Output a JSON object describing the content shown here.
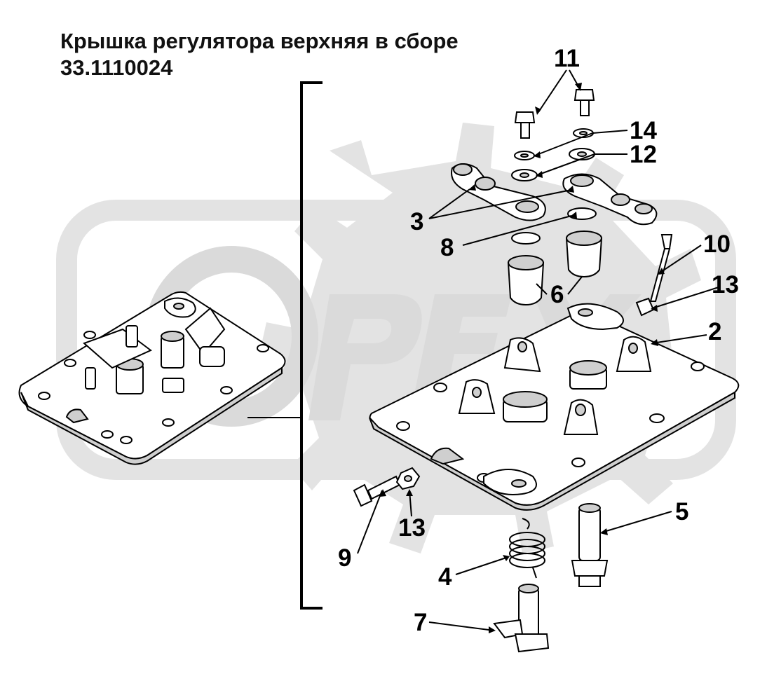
{
  "title": {
    "line1": "Крышка регулятора верхняя в сборе",
    "line2": "33.1110024"
  },
  "watermark": {
    "text": "OPEX"
  },
  "callouts": [
    {
      "id": "c11",
      "text": "11"
    },
    {
      "id": "c14",
      "text": "14"
    },
    {
      "id": "c12",
      "text": "12"
    },
    {
      "id": "c3",
      "text": "3"
    },
    {
      "id": "c8",
      "text": "8"
    },
    {
      "id": "c10",
      "text": "10"
    },
    {
      "id": "c13a",
      "text": "13"
    },
    {
      "id": "c6",
      "text": "6"
    },
    {
      "id": "c2",
      "text": "2"
    },
    {
      "id": "c5",
      "text": "5"
    },
    {
      "id": "c13b",
      "text": "13"
    },
    {
      "id": "c9",
      "text": "9"
    },
    {
      "id": "c4",
      "text": "4"
    },
    {
      "id": "c7",
      "text": "7"
    }
  ],
  "colors": {
    "watermark": "#e2e2e2",
    "part_fill": "#ffffff",
    "part_shade": "#cfcfcf",
    "stroke": "#000000"
  }
}
